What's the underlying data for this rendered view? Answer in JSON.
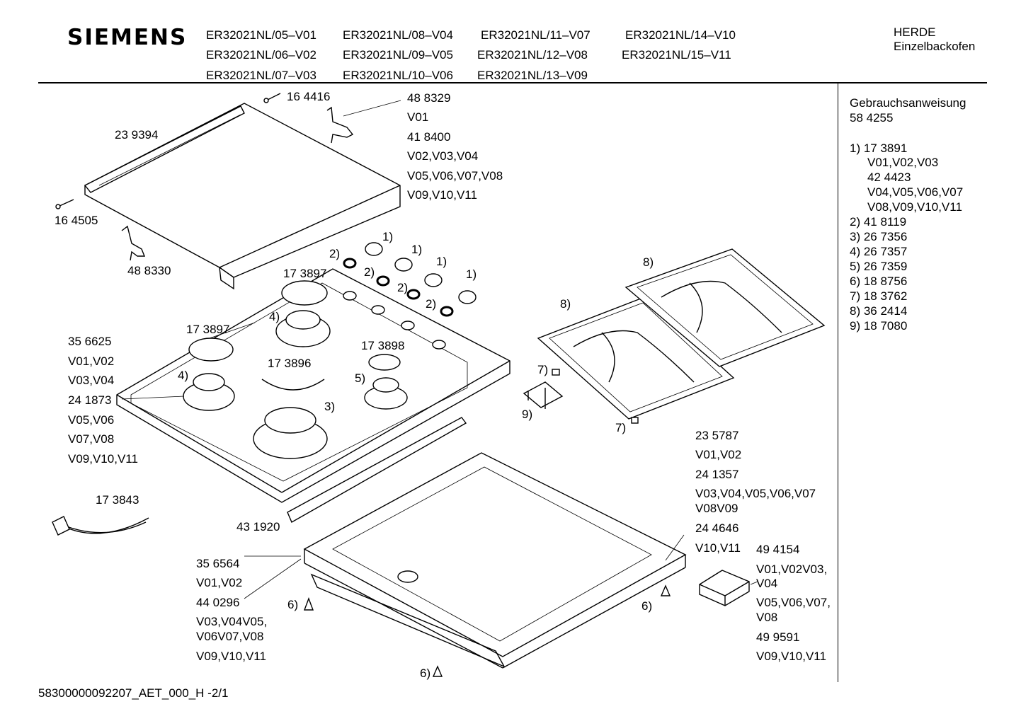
{
  "header": {
    "brand": "SIEMENS",
    "models": [
      "ER32021NL/05–V01",
      "ER32021NL/08–V04",
      "ER32021NL/11–V07",
      "ER32021NL/14–V10",
      "ER32021NL/06–V02",
      "ER32021NL/09–V05",
      "ER32021NL/12–V08",
      "ER32021NL/15–V11",
      "ER32021NL/07–V03",
      "ER32021NL/10–V06",
      "ER32021NL/13–V09"
    ],
    "category": "HERDE",
    "subcategory": "Einzelbackofen"
  },
  "sidebar": {
    "manual_label": "Gebrauchsanweisung",
    "manual_number": "58 4255",
    "lines": [
      "1)  17 3891",
      "V01,V02,V03",
      "42 4423",
      "V04,V05,V06,V07",
      "V08,V09,V10,V11",
      "2)  41 8119",
      "3)  26 7356",
      "4)  26 7357",
      "5)  26 7359",
      "6)  18 8756",
      "7)  18 3762",
      "8)  36 2414",
      "9)  18 7080"
    ]
  },
  "labels": {
    "p164416": "16 4416",
    "p488329": "48 8329",
    "v01a": "V01",
    "p418400": "41 8400",
    "v020304": "V02,V03,V04",
    "v05060708": "V05,V06,V07,V08",
    "v091011a": "V09,V10,V11",
    "p239394": "23 9394",
    "p164505": "16 4505",
    "p488330": "48 8330",
    "p173897a": "17 3897",
    "p173897b": "17 3897",
    "p173898": "17 3898",
    "p173896": "17 3896",
    "p356625": "35 6625",
    "v0102a": "V01,V02",
    "v0304": "V03,V04",
    "p241873": "24 1873",
    "v0506": "V05,V06",
    "v0708": "V07,V08",
    "v091011b": "V09,V10,V11",
    "p173843": "17 3843",
    "p431920": "43 1920",
    "p356564": "35 6564",
    "v0102b": "V01,V02",
    "p440296": "44 0296",
    "v0304v05": "V03,V04V05,",
    "v06v0708": "V06V07,V08",
    "v091011c": "V09,V10,V11",
    "p235787": "23 5787",
    "v0102c": "V01,V02",
    "p241357": "24 1357",
    "v0304050607": "V03,V04,V05,V06,V07",
    "v08v09": "V08V09",
    "p244646": "24 4646",
    "v1011": "V10,V11",
    "p494154": "49 4154",
    "v01v02v03": "V01,V02V03,",
    "v04": "V04",
    "v050607": "V05,V06,V07,",
    "v08": "V08",
    "p499591": "49 9591",
    "v091011d": "V09,V10,V11"
  },
  "callouts": {
    "c1a": "1)",
    "c1b": "1)",
    "c1c": "1)",
    "c1d": "1)",
    "c2a": "2)",
    "c2b": "2)",
    "c2c": "2)",
    "c2d": "2)",
    "c3": "3)",
    "c4a": "4)",
    "c4b": "4)",
    "c5": "5)",
    "c6a": "6)",
    "c6b": "6)",
    "c6c": "6)",
    "c7a": "7)",
    "c7b": "7)",
    "c8a": "8)",
    "c8b": "8)",
    "c9": "9)"
  },
  "footer": {
    "code": "58300000092207_AET_000_H  -2/1"
  }
}
